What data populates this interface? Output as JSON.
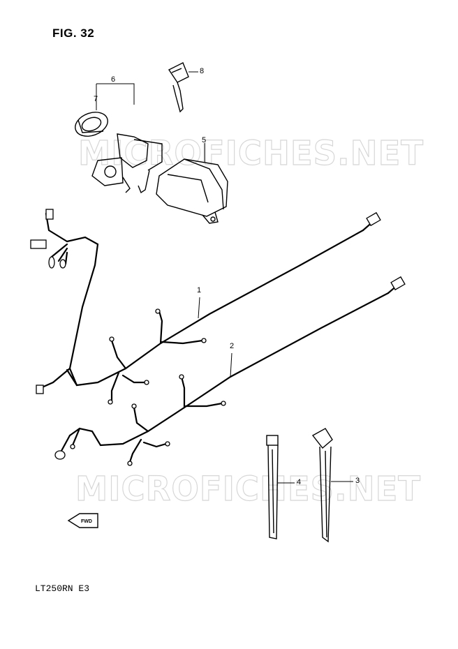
{
  "figure": {
    "title": "FIG. 32",
    "model_code": "LT250RN E3"
  },
  "watermark": {
    "text": "MICROFICHES.NET",
    "color": "#d6d6d6"
  },
  "callouts": {
    "c1": "1",
    "c2": "2",
    "c3": "3",
    "c4": "4",
    "c5": "5",
    "c6": "6",
    "c7": "7",
    "c8": "8"
  },
  "direction_marker": {
    "label": "FWD",
    "icon": "direction-arrow-icon"
  }
}
